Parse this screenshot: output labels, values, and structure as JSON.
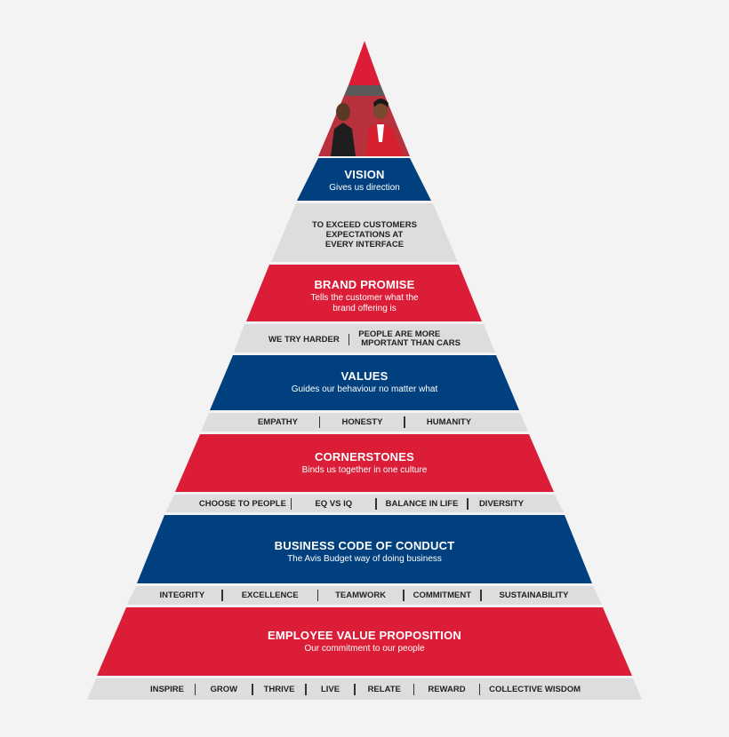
{
  "colors": {
    "red": "#dc1d37",
    "blue": "#00407f",
    "grey": "#dddddd",
    "background": "#f3f3f3"
  },
  "photo": {
    "description_icon": "photo-of-two-employees"
  },
  "vision": {
    "title": "VISION",
    "subtitle": "Gives us direction"
  },
  "vision_statement": {
    "lines": [
      "TO EXCEED CUSTOMERS",
      "EXPECTATIONS AT",
      "EVERY INTERFACE"
    ]
  },
  "brand_promise": {
    "title": "BRAND PROMISE",
    "subtitle_lines": [
      "Tells the customer what the",
      "brand offering is"
    ]
  },
  "brand_items": {
    "left": "WE TRY HARDER",
    "right_lines": [
      "PEOPLE ARE MORE",
      "MPORTANT THAN CARS"
    ]
  },
  "values": {
    "title": "VALUES",
    "subtitle": "Guides our behaviour no matter what"
  },
  "values_items": [
    "EMPATHY",
    "HONESTY",
    "HUMANITY"
  ],
  "cornerstones": {
    "title": "CORNERSTONES",
    "subtitle": "Binds us together in one culture"
  },
  "cornerstones_items": [
    "CHOOSE TO PEOPLE",
    "EQ VS IQ",
    "BALANCE IN LIFE",
    "DIVERSITY"
  ],
  "conduct": {
    "title": "BUSINESS CODE OF CONDUCT",
    "subtitle": "The Avis Budget way of doing business"
  },
  "conduct_items": [
    "INTEGRITY",
    "EXCELLENCE",
    "TEAMWORK",
    "COMMITMENT",
    "SUSTAINABILITY"
  ],
  "evp": {
    "title": "EMPLOYEE VALUE PROPOSITION",
    "subtitle": "Our commitment to our people"
  },
  "evp_items": [
    "INSPIRE",
    "GROW",
    "THRIVE",
    "LIVE",
    "RELATE",
    "REWARD",
    "COLLECTIVE WISDOM"
  ]
}
